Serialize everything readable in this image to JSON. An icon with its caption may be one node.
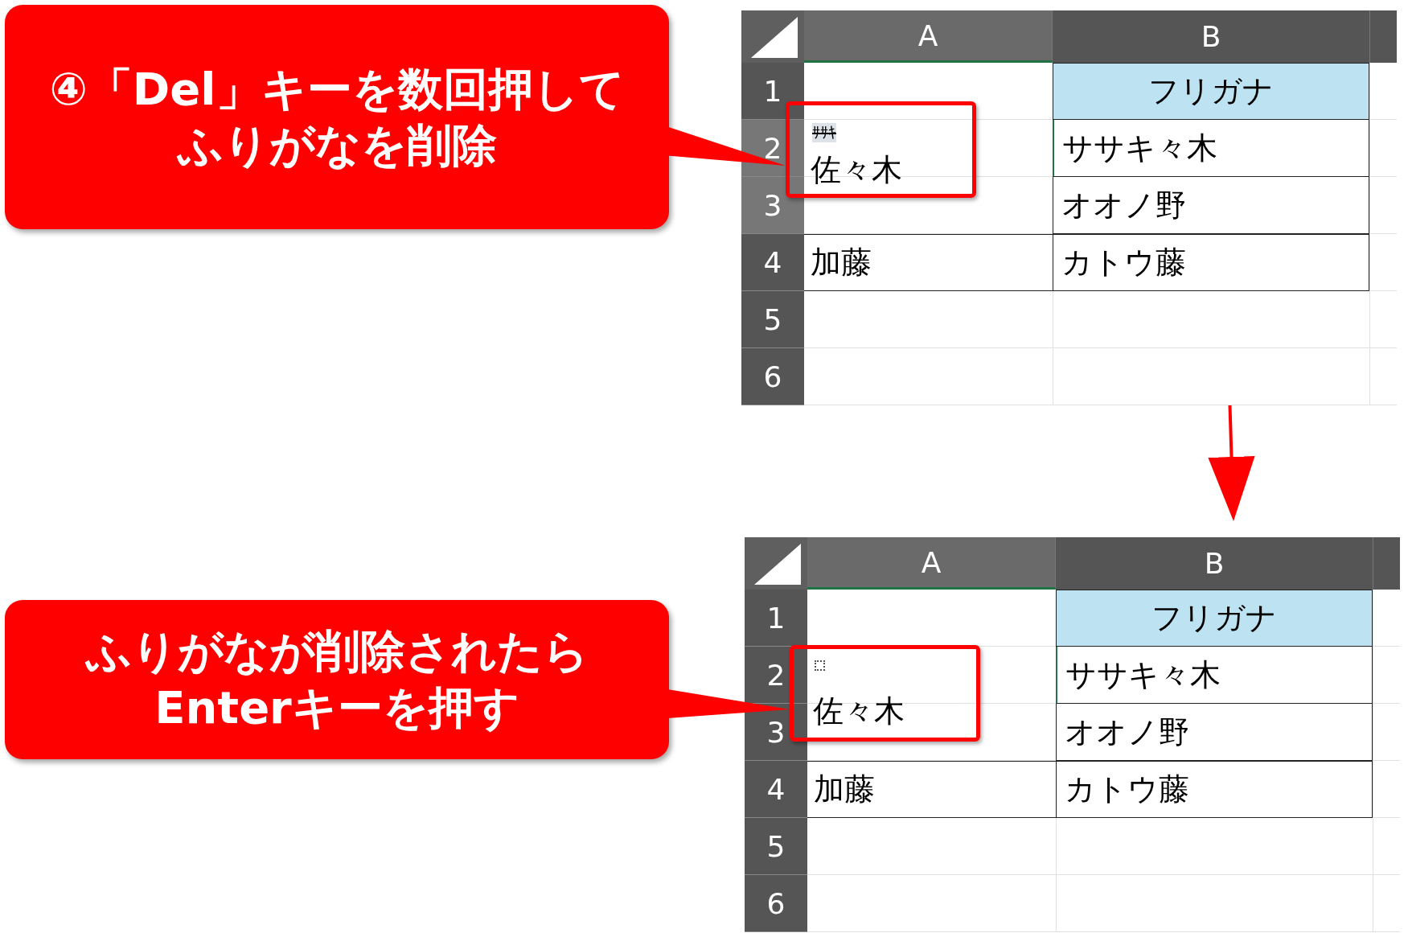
{
  "diagram": {
    "nodes": [
      {
        "text": [
          "④「Del」キーを数回押してふりがなを削除"
        ]
      },
      {
        "text": [],
        "shape": "box"
      },
      {
        "text": [
          "ｻｻｷ",
          "佐々木"
        ],
        "in": 1
      },
      {
        "text": [
          "ふりがなが削除されたらEnterキーを押す"
        ]
      },
      {
        "text": [],
        "shape": "box"
      },
      {
        "text": [
          "佐々木"
        ],
        "in": 4
      }
    ],
    "edges": [
      {
        "from": 0,
        "to": 2,
        "arrow": "none"
      },
      {
        "from": 1,
        "to": 4,
        "arrow": "to"
      },
      {
        "from": 3,
        "to": 5,
        "arrow": "none"
      }
    ],
    "labels": [
      "A",
      "B",
      "1",
      "フリガナ",
      "2",
      "ササキ々木",
      "3",
      "オオノ野",
      "4",
      "加藤",
      "カトウ藤",
      "5",
      "6",
      "A",
      "B",
      "1",
      "フリガナ",
      "2",
      "ササキ々木",
      "3",
      "オオノ野",
      "4",
      "加藤",
      "カトウ藤",
      "5",
      "6"
    ]
  }
}
